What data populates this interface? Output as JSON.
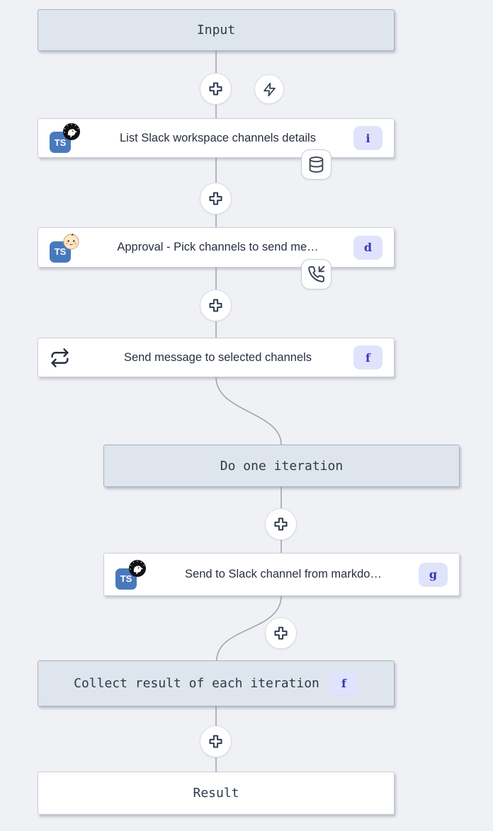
{
  "app": {
    "background_color": "#f0f1f4",
    "edge_color": "#9aa1ab",
    "badge_bg_color": "#dfe3fc",
    "badge_text_color": "#3b34b2",
    "frame_fill_color": "#dfe5ed",
    "ts_logo_color": "#4879bd"
  },
  "ts_label": "TS",
  "flow": {
    "nodes": [
      {
        "id": "input",
        "kind": "frame",
        "label": "Input"
      },
      {
        "id": "list_channels",
        "kind": "code-step",
        "label": "List Slack workspace channels details",
        "badge": "i",
        "icon": "typescript",
        "overlay": "dino-logo",
        "attachment": "database"
      },
      {
        "id": "approval",
        "kind": "code-step",
        "label": "Approval - Pick channels to send me…",
        "badge": "d",
        "icon": "typescript",
        "overlay": "baby-face",
        "attachment": "phone-incoming"
      },
      {
        "id": "send_message",
        "kind": "forloop-step",
        "label": "Send message to selected channels",
        "badge": "f",
        "icon": "repeat"
      },
      {
        "id": "do_one_iteration",
        "kind": "frame",
        "label": "Do one iteration"
      },
      {
        "id": "send_to_slack",
        "kind": "code-step",
        "label": "Send to Slack channel from markdo…",
        "badge": "g",
        "icon": "typescript",
        "overlay": "dino-logo"
      },
      {
        "id": "collect_result",
        "kind": "frame",
        "label": "Collect result of each iteration",
        "badge": "f"
      },
      {
        "id": "result",
        "kind": "frame",
        "label": "Result"
      }
    ]
  }
}
